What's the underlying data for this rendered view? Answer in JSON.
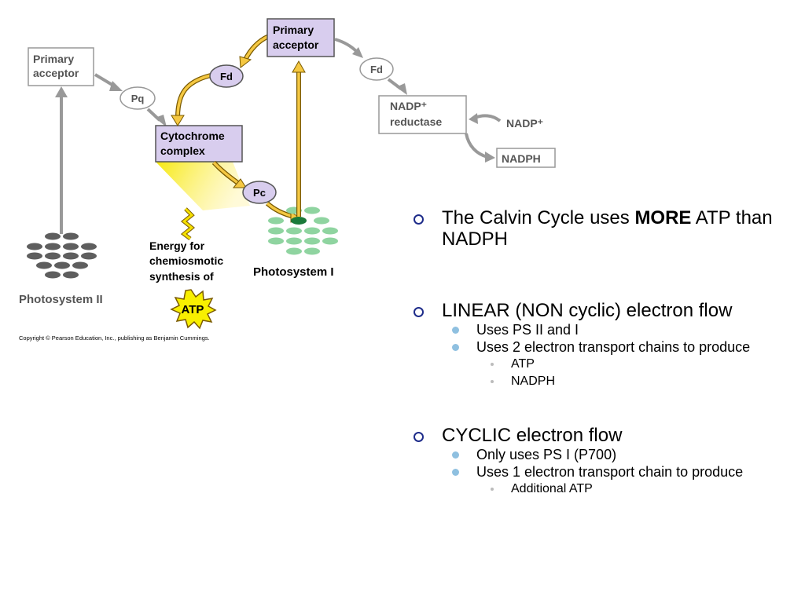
{
  "diagram": {
    "ps2": {
      "primary_acceptor": [
        "Primary",
        "acceptor"
      ],
      "pq": "Pq",
      "label": "Photosystem II"
    },
    "cytochrome": [
      "Cytochrome",
      "complex"
    ],
    "fd_cyclic": "Fd",
    "pc": "Pc",
    "energy": [
      "Energy for",
      "chemiosmotic",
      "synthesis of"
    ],
    "atp": "ATP",
    "ps1": {
      "primary_acceptor": [
        "Primary",
        "acceptor"
      ],
      "label": "Photosystem I"
    },
    "fd": "Fd",
    "reductase": [
      "NADP⁺",
      "reductase"
    ],
    "nadp_plus": "NADP⁺",
    "nadph": "NADPH",
    "colors": {
      "box_purple": "#d8cdee",
      "arrow_yellow": "#f5c842",
      "green_center": "#1a7a3a",
      "green_disks": "#8fd4a0",
      "gray_disks": "#5e5e5e",
      "gray_arrow": "#999999",
      "bullet_ring": "#1e2c8a",
      "sub_bullet": "#8fc0e0"
    }
  },
  "copyright": "Copyright © Pearson Education, Inc., publishing as Benjamin Cummings.",
  "bullets": {
    "b1": {
      "text_before": "The Calvin Cycle uses ",
      "text_bold": "MORE",
      "text_after": " ATP than NADPH"
    },
    "b2": {
      "text": "LINEAR (NON cyclic) electron flow",
      "sub1": "Uses PS II and I",
      "sub2": "Uses 2 electron transport chains to produce",
      "subsub": [
        "ATP",
        "NADPH"
      ]
    },
    "b3": {
      "text": "CYCLIC electron flow",
      "sub1": "Only uses PS I  (P700)",
      "sub2": "Uses 1 electron transport chain to produce",
      "subsub": [
        "Additional ATP"
      ]
    }
  }
}
